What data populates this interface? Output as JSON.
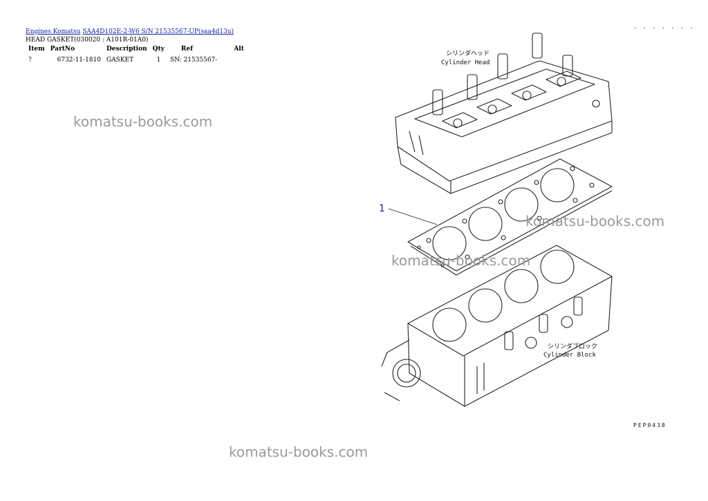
{
  "breadcrumb": {
    "link1": "Engines Komatsu",
    "link2": "SAA4D102E-2-W6 S/N 21535567-UP(saa4d13u)"
  },
  "subtitle": "HEAD GASKET(030020 : A101R-01A0)",
  "table": {
    "headers": [
      "Item",
      "PartNo",
      "Description",
      "Qty",
      "Ref",
      "Alt"
    ],
    "rows": [
      [
        "?",
        "6732-11-1810",
        "GASKET",
        "1",
        "SN: 21535567-",
        ""
      ]
    ]
  },
  "watermark": "komatsu-books.com",
  "diagram": {
    "callout": "1",
    "cylinder_head_jp": "シリンダヘッド",
    "cylinder_head_en": "Cylinder Head",
    "cylinder_block_jp": "シリンダブロック",
    "cylinder_block_en": "Cylinder Block",
    "figure_code": "PEP0438",
    "corner_code": ". . . . . . ."
  }
}
